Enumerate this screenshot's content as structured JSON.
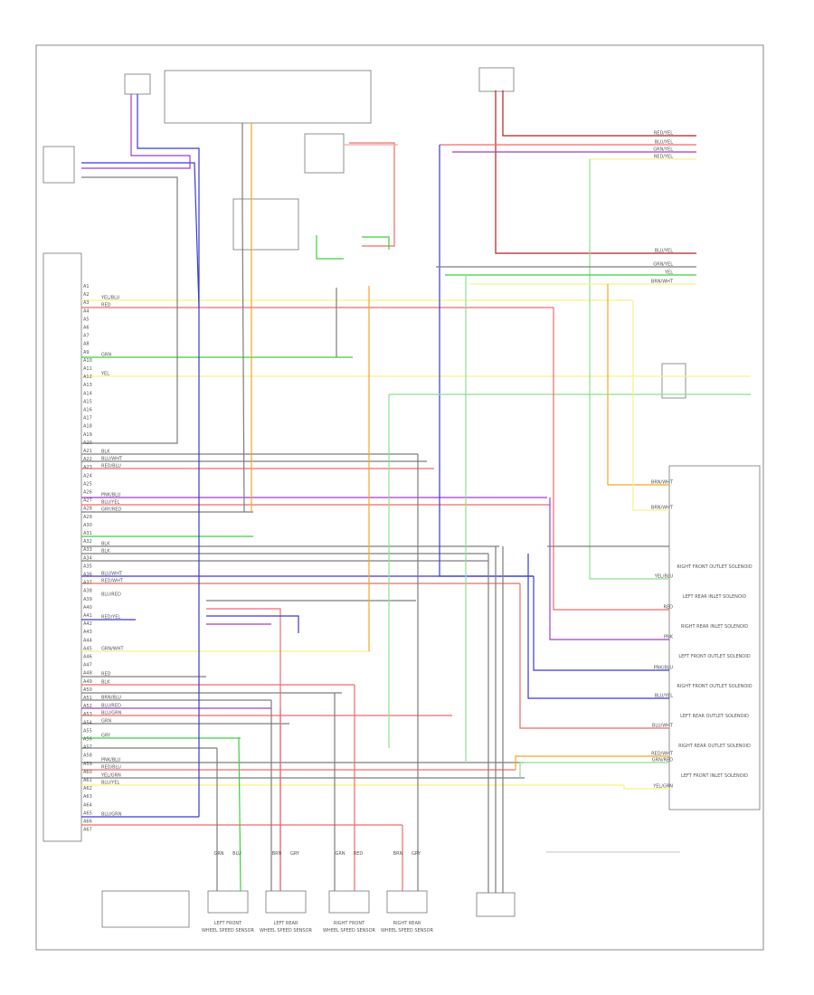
{
  "colors": {
    "red": "#f06a6a",
    "blue": "#3a3ad6",
    "green": "#3fcf3f",
    "yellow": "#f4f48a",
    "orange": "#f5a623",
    "purple": "#a23fc6",
    "gray": "#7d7d7d",
    "darkred": "#b32020",
    "lightgreen": "#8ee08e",
    "pink": "#f7a3a3",
    "frame": "#8a8a8a"
  },
  "connector": {
    "pins": [
      "A1",
      "A2",
      "A3",
      "A4",
      "A5",
      "A6",
      "A7",
      "A8",
      "A9",
      "A10",
      "A11",
      "A12",
      "A13",
      "A14",
      "A15",
      "A16",
      "A17",
      "A18",
      "A19",
      "A20",
      "A21",
      "A22",
      "A23",
      "A24",
      "A25",
      "A26",
      "A27",
      "A28",
      "A29",
      "A30",
      "A31",
      "A32",
      "A33",
      "A34",
      "A35",
      "A36",
      "A37",
      "A38",
      "A39",
      "A40",
      "A41",
      "A42",
      "A43",
      "A44",
      "A45",
      "A46",
      "A47",
      "A48",
      "A49",
      "A50",
      "A51",
      "A52",
      "A53",
      "A54",
      "A55",
      "A56",
      "A57",
      "A58",
      "A59",
      "A60",
      "A61",
      "A62",
      "A63",
      "A64",
      "A65",
      "A66",
      "A67"
    ]
  },
  "left_wire_labels": [
    "YEL/BLU",
    "RED",
    "GRN",
    "YEL",
    "BLK",
    "BLU/WHT",
    "RED/BLU",
    "PNK/BLU",
    "BLU/YEL",
    "GRY/RED",
    "BLK",
    "BLK",
    "BLU/WHT",
    "RED/WHT",
    "BLU/RED",
    "RED/YEL",
    "GRN/WHT",
    "RED",
    "BLK",
    "BRN/BLU",
    "BLU/RED",
    "BLU/GRN",
    "GRN",
    "GRY",
    "PNK/BLU",
    "RED/BLU",
    "YEL/GRN",
    "BLU/YEL",
    "BLU/GRN"
  ],
  "right_wire_labels": [
    "RED/YEL",
    "BLU/YEL",
    "GRN/YEL",
    "RED/YEL",
    "BLU/YEL",
    "GRN/YEL",
    "YEL",
    "BRN/WHT",
    "RED",
    "YEL/BLU",
    "PNK",
    "PNK/BLU",
    "BLU/YEL",
    "BLU/WHT",
    "RED/WHT",
    "GRN/RED",
    "YEL/GRN",
    "BRN/WHT",
    "BRN/WHT"
  ],
  "wheel_sensors": [
    {
      "title": "LEFT FRONT WHEEL SPEED SENSOR",
      "pins": [
        "GRN",
        "BLU"
      ]
    },
    {
      "title": "LEFT REAR WHEEL SPEED SENSOR",
      "pins": [
        "BRN",
        "GRY"
      ]
    },
    {
      "title": "RIGHT FRONT WHEEL SPEED SENSOR",
      "pins": [
        "GRN",
        "RED"
      ]
    },
    {
      "title": "RIGHT REAR WHEEL SPEED SENSOR",
      "pins": [
        "BRN",
        "GRY"
      ]
    }
  ],
  "solenoids": [
    "RIGHT FRONT OUTLET SOLENOID",
    "LEFT REAR INLET SOLENOID",
    "RIGHT REAR INLET SOLENOID",
    "LEFT FRONT OUTLET SOLENOID",
    "RIGHT FRONT OUTLET SOLENOID",
    "LEFT REAR OUTLET SOLENOID",
    "RIGHT REAR OUTLET SOLENOID",
    "LEFT FRONT INLET SOLENOID"
  ]
}
